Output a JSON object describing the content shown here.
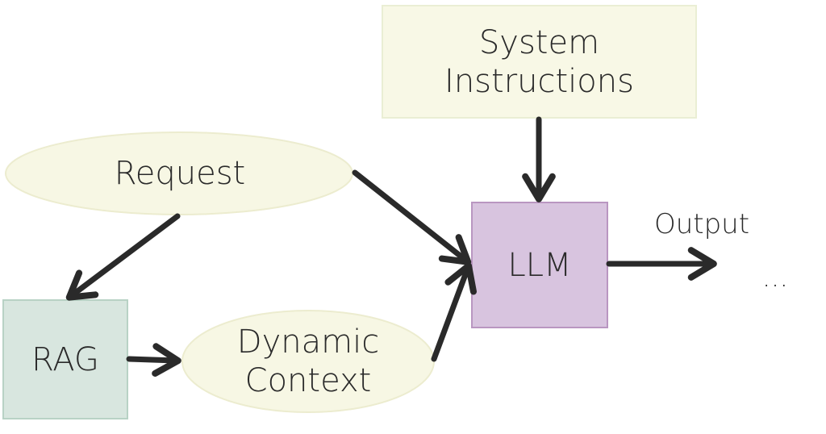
{
  "diagram": {
    "nodes": {
      "system_instructions": "System\nInstructions",
      "request": "Request",
      "llm": "LLM",
      "rag": "RAG",
      "dynamic_context": "Dynamic\nContext"
    },
    "labels": {
      "output": "Output",
      "ellipsis": "..."
    },
    "edges": [
      {
        "from": "system_instructions",
        "to": "llm"
      },
      {
        "from": "request",
        "to": "llm"
      },
      {
        "from": "request",
        "to": "rag"
      },
      {
        "from": "rag",
        "to": "dynamic_context"
      },
      {
        "from": "dynamic_context",
        "to": "llm"
      },
      {
        "from": "llm",
        "to": "output"
      }
    ],
    "colors": {
      "system_fill": "#f8f8e6",
      "system_stroke": "#eaeed4",
      "ellipse_fill": "#f7f7e4",
      "ellipse_stroke": "#ececcf",
      "llm_fill": "#d8c4df",
      "llm_stroke": "#b996c1",
      "rag_fill": "#d8e6df",
      "rag_stroke": "#b8d2c5",
      "arrow": "#2a2a2a"
    }
  }
}
